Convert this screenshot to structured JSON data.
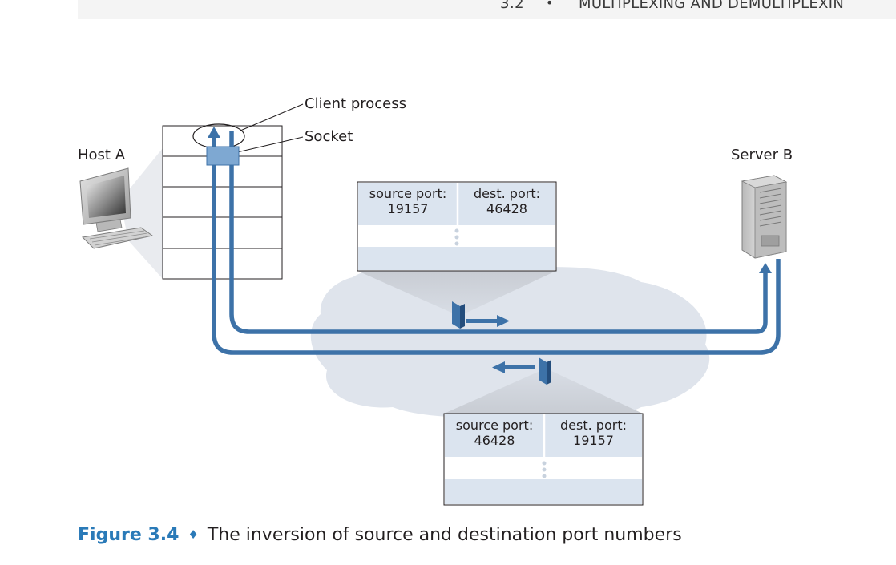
{
  "header": {
    "section": "3.2",
    "separator": "•",
    "title": "MULTIPLEXING AND DEMULTIPLEXIN"
  },
  "labels": {
    "client_process": "Client process",
    "socket": "Socket",
    "host_a": "Host A",
    "server_b": "Server B"
  },
  "segment_top": {
    "source_header": "source port:",
    "source_value": "19157",
    "dest_header": "dest. port:",
    "dest_value": "46428"
  },
  "segment_bottom": {
    "source_header": "source port:",
    "source_value": "46428",
    "dest_header": "dest. port:",
    "dest_value": "19157"
  },
  "caption": {
    "figure": "Figure 3.4",
    "separator": "♦",
    "text": "The inversion of source and destination port numbers"
  },
  "colors": {
    "path": "#3d72a8",
    "cloud": "#dfe4ec",
    "packet_fill": "#dbe4ef",
    "socket": "#7ea8d2"
  }
}
